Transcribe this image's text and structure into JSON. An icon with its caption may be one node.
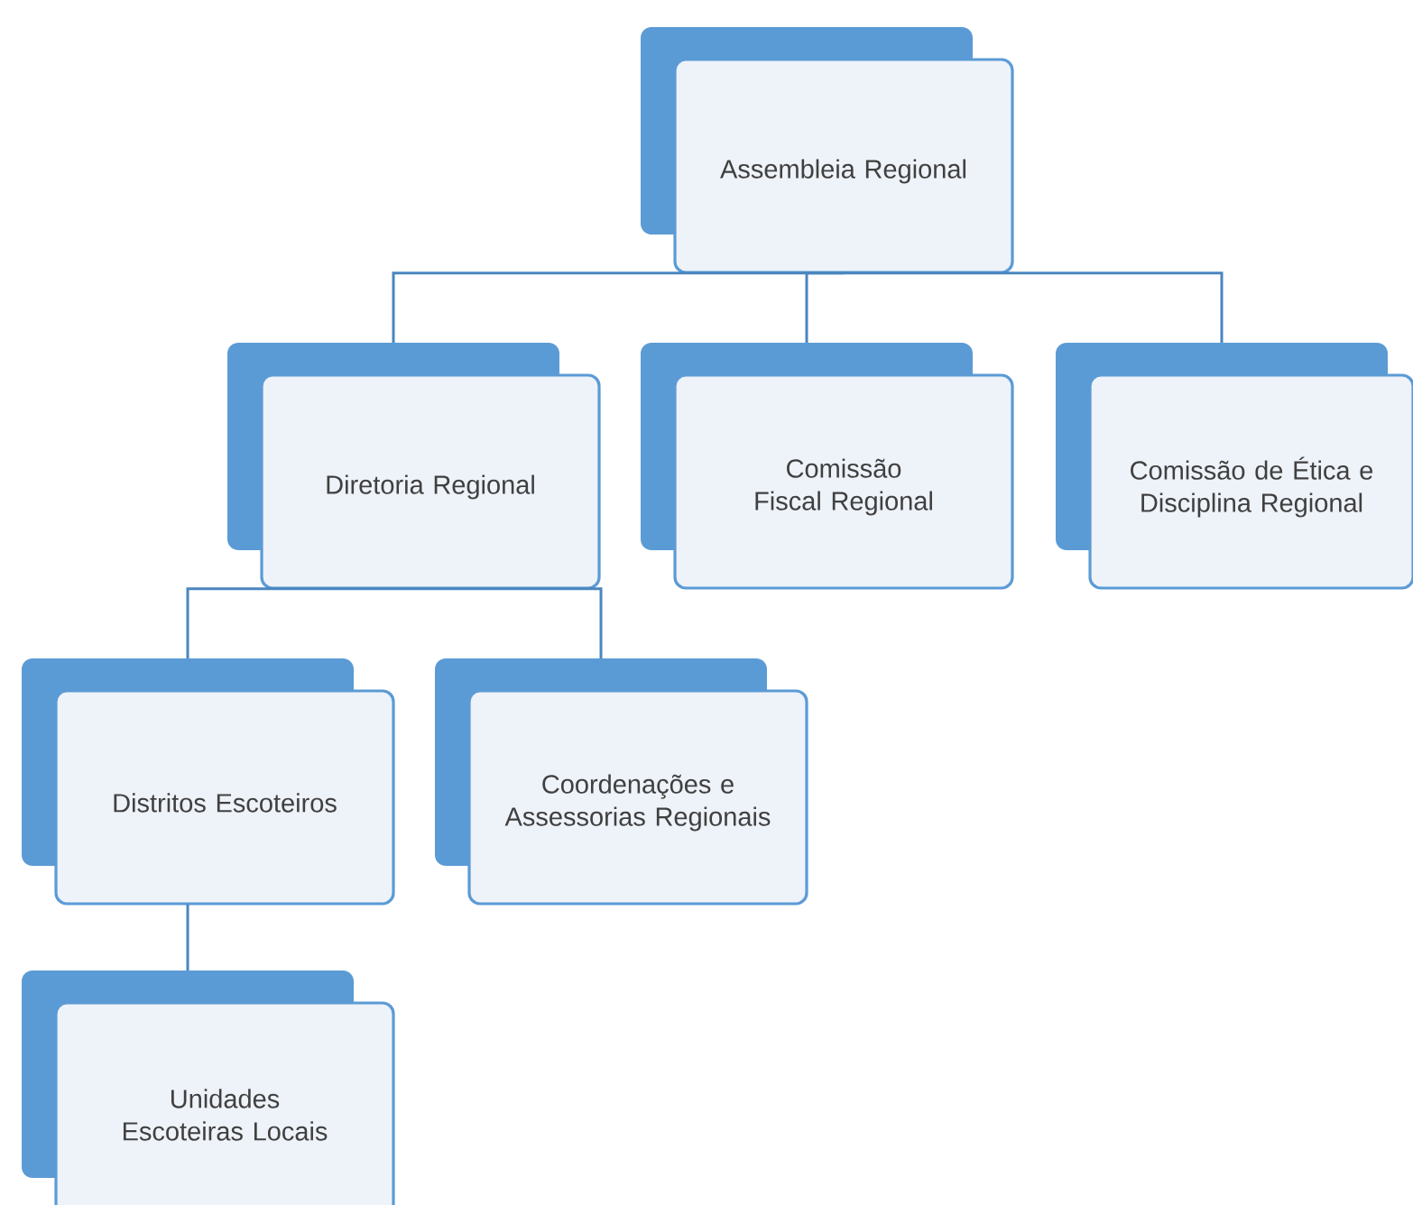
{
  "diagram": {
    "nodes": [
      {
        "text": [
          "Assembleia Regional"
        ]
      },
      {
        "text": [
          "Diretoria Regional"
        ]
      },
      {
        "text": [
          "Comissão Fiscal Regional"
        ]
      },
      {
        "text": [
          "Comissão de Ética e Disciplina Regional"
        ]
      },
      {
        "text": [
          "Distritos Escoteiros"
        ]
      },
      {
        "text": [
          "Coordenações e Assessorias Regionais"
        ]
      },
      {
        "text": [
          "Unidades Escoteiras Locais"
        ]
      }
    ],
    "edges": [
      {
        "from": 0,
        "to": 1,
        "arrow": "none"
      },
      {
        "from": 0,
        "to": 2,
        "arrow": "none"
      },
      {
        "from": 0,
        "to": 3,
        "arrow": "none"
      },
      {
        "from": 1,
        "to": 4,
        "arrow": "none"
      },
      {
        "from": 1,
        "to": 5,
        "arrow": "none"
      },
      {
        "from": 4,
        "to": 6,
        "arrow": "none"
      }
    ]
  }
}
